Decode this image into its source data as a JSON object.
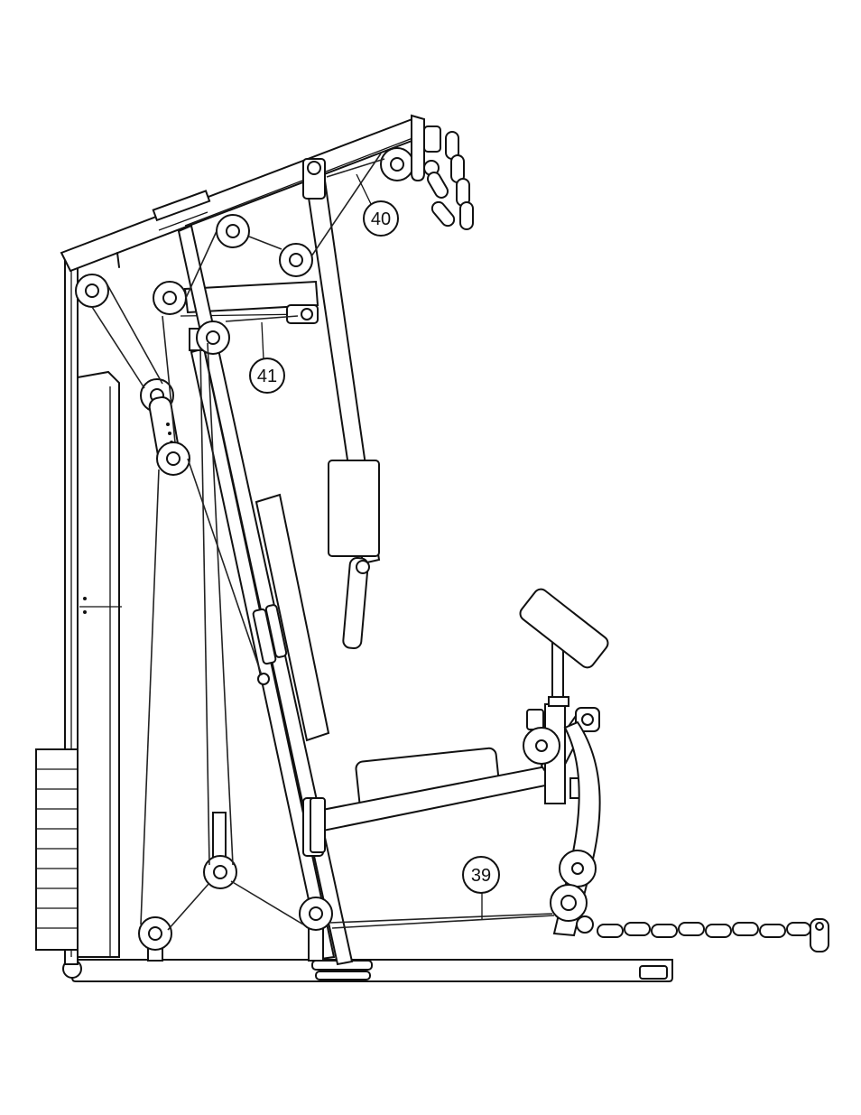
{
  "diagram": {
    "callouts": [
      {
        "id": "c40",
        "label": "40"
      },
      {
        "id": "c41",
        "label": "41"
      },
      {
        "id": "c39",
        "label": "39"
      }
    ]
  }
}
